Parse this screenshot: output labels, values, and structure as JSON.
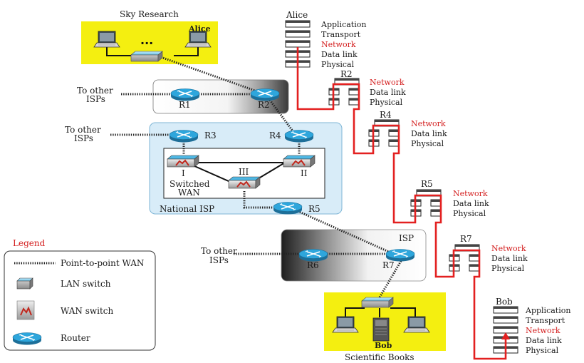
{
  "sites": {
    "sky_research": "Sky Research",
    "alice_site": "Alice",
    "ellipsis": "...",
    "bob_site": "Bob",
    "scientific_books": "Scientific Books"
  },
  "clouds": {
    "national_isp": "National ISP",
    "isp": "ISP",
    "switched_wan_line1": "Switched",
    "switched_wan_line2": "WAN"
  },
  "routers": {
    "r1": "R1",
    "r2": "R2",
    "r3": "R3",
    "r4": "R4",
    "r5": "R5",
    "r6": "R6",
    "r7": "R7"
  },
  "switches": {
    "s1": "I",
    "s2": "II",
    "s3": "III"
  },
  "other_isps": {
    "a_line1": "To other",
    "a_line2": "ISPs",
    "b_line1": "To other",
    "b_line2": "ISPs",
    "c_line1": "To other",
    "c_line2": "ISPs"
  },
  "stacks": {
    "alice": {
      "title": "Alice",
      "layers": [
        "Application",
        "Transport",
        "Network",
        "Data link",
        "Physical"
      ]
    },
    "r2": {
      "title": "R2",
      "layers": [
        "Network",
        "Data link",
        "Physical"
      ]
    },
    "r4": {
      "title": "R4",
      "layers": [
        "Network",
        "Data link",
        "Physical"
      ]
    },
    "r5": {
      "title": "R5",
      "layers": [
        "Network",
        "Data link",
        "Physical"
      ]
    },
    "r7": {
      "title": "R7",
      "layers": [
        "Network",
        "Data link",
        "Physical"
      ]
    },
    "bob": {
      "title": "Bob",
      "layers": [
        "Application",
        "Transport",
        "Network",
        "Data link",
        "Physical"
      ]
    }
  },
  "legend": {
    "title": "Legend",
    "items": [
      "Point-to-point WAN",
      "LAN switch",
      "WAN switch",
      "Router"
    ]
  },
  "colors": {
    "yellow_lan": "#f4ef10",
    "router_blue": "#2ea6dc",
    "switch_blue": "#4fb7e3",
    "path_red": "#e32020",
    "network_label_red": "#d42020",
    "national_isp_fill": "#d8ecf8"
  },
  "icons": [
    "router-icon",
    "lan-switch-icon",
    "wan-switch-icon",
    "laptop-icon",
    "server-icon"
  ]
}
